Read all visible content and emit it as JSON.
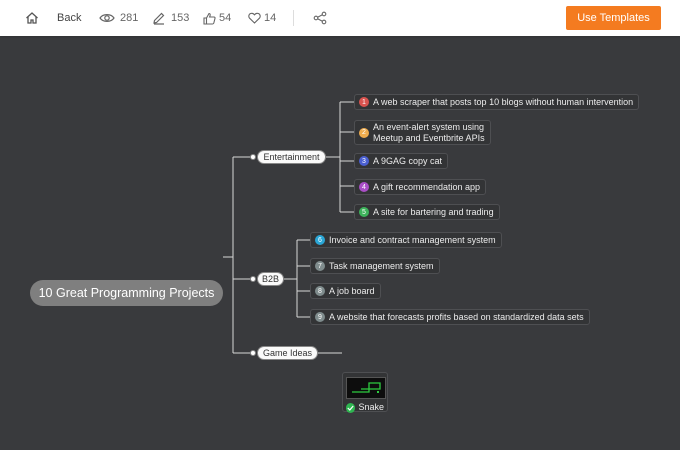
{
  "toolbar": {
    "back_label": "Back",
    "views": "281",
    "edits": "153",
    "likes": "54",
    "favorites": "14",
    "use_templates_label": "Use Templates"
  },
  "mindmap": {
    "root": "10 Great Programming Projects",
    "branches": {
      "entertainment": {
        "label": "Entertainment",
        "items": [
          {
            "num": "1",
            "text": "A web scraper that posts top 10 blogs without human intervention",
            "color": "#d9534f"
          },
          {
            "num": "2",
            "line1": "An event-alert system using",
            "line2": "Meetup and Eventbrite APIs",
            "color": "#f0ad4e"
          },
          {
            "num": "3",
            "text": "A 9GAG copy cat",
            "color": "#4a5fd0"
          },
          {
            "num": "4",
            "text": "A gift recommendation app",
            "color": "#a94fc6"
          },
          {
            "num": "5",
            "text": "A site for bartering and trading",
            "color": "#3db35b"
          }
        ]
      },
      "b2b": {
        "label": "B2B",
        "items": [
          {
            "num": "6",
            "text": "Invoice and contract management system",
            "color": "#2aa6d6"
          },
          {
            "num": "7",
            "text": "Task management system",
            "color": "#7f8c8d"
          },
          {
            "num": "8",
            "text": "A job board",
            "color": "#7f8c8d"
          },
          {
            "num": "9",
            "text": "A website that forecasts profits based on standardized data sets",
            "color": "#7f8c8d"
          }
        ]
      },
      "game": {
        "label": "Game Ideas",
        "items": [
          {
            "text": "Snake"
          }
        ]
      }
    }
  },
  "colors": {
    "background": "#393a3d",
    "accent": "#f47b20",
    "root_fill": "#7f7f7f"
  }
}
